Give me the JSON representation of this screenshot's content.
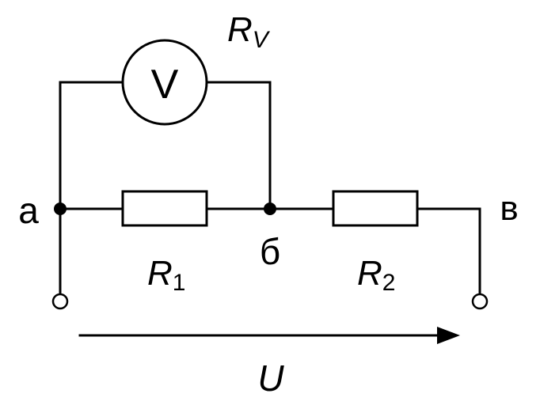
{
  "diagram": {
    "meter": {
      "symbol": "V",
      "label_main": "R",
      "label_sub": "V"
    },
    "resistor_1": {
      "label_main": "R",
      "label_sub": "1"
    },
    "resistor_2": {
      "label_main": "R",
      "label_sub": "2"
    },
    "nodes": {
      "a": "а",
      "b": "б",
      "c": "в"
    },
    "voltage_label": "U"
  }
}
